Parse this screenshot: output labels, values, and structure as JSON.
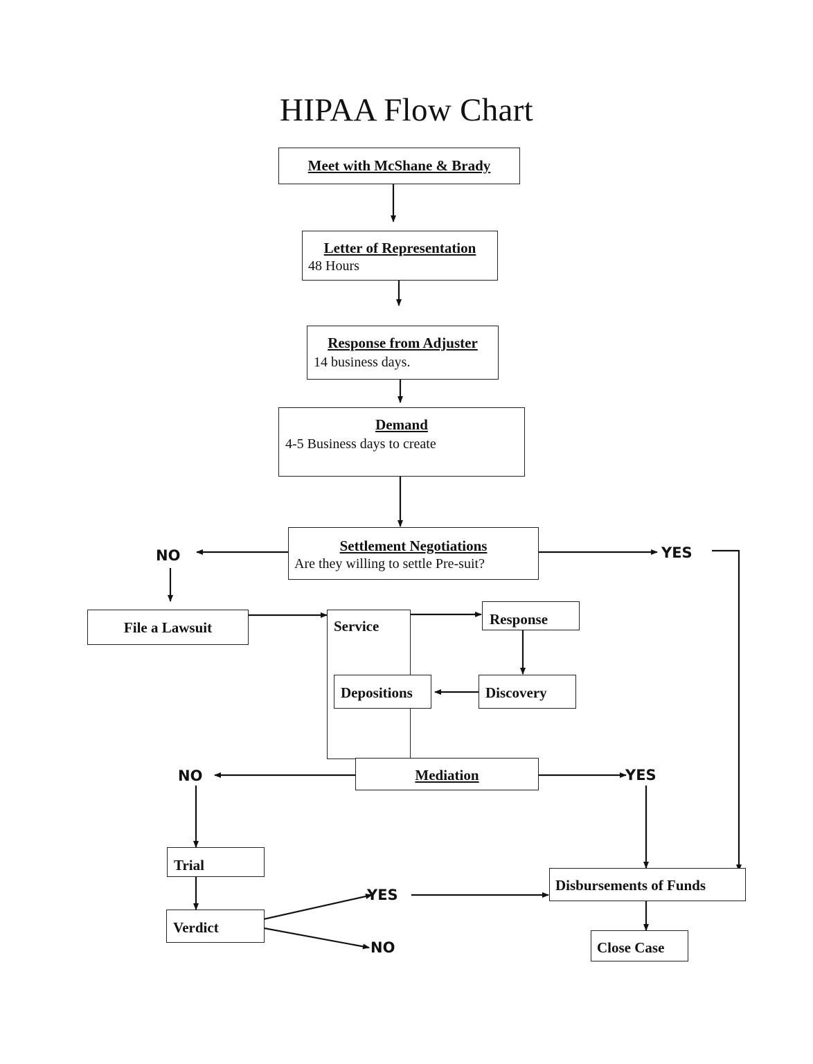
{
  "title": "HIPAA Flow Chart",
  "nodes": {
    "meet": {
      "heading": "Meet with McShane & Brady"
    },
    "letter": {
      "heading": "Letter of Representation",
      "detail": "48 Hours"
    },
    "response_adjuster": {
      "heading": "Response from Adjuster",
      "detail": "14 business days."
    },
    "demand": {
      "heading": "Demand",
      "detail": "4-5 Business days to create"
    },
    "settlement": {
      "heading": "Settlement Negotiations",
      "detail": "Are they willing to settle Pre-suit?"
    },
    "lawsuit": {
      "label": "File a Lawsuit"
    },
    "service": {
      "label": "Service"
    },
    "response": {
      "label": "Response"
    },
    "depositions": {
      "label": "Depositions"
    },
    "discovery": {
      "label": "Discovery"
    },
    "mediation": {
      "heading": "Mediation"
    },
    "trial": {
      "label": "Trial"
    },
    "verdict": {
      "label": "Verdict"
    },
    "disbursements": {
      "label": "Disbursements of Funds"
    },
    "close": {
      "label": "Close Case"
    }
  },
  "labels": {
    "settlement_no": "NO",
    "settlement_yes": "YES",
    "mediation_no": "NO",
    "mediation_yes": "YES",
    "verdict_yes": "YES",
    "verdict_no": "NO"
  }
}
